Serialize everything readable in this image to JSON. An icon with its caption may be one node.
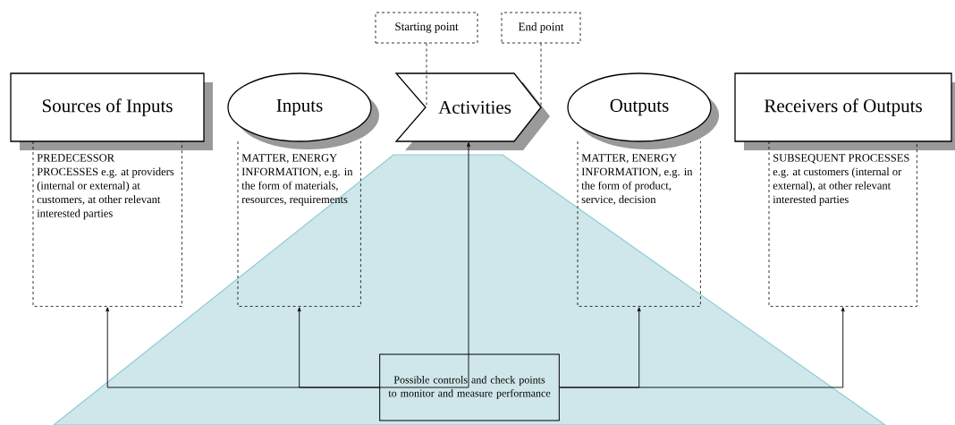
{
  "diagram": {
    "nodes": [
      {
        "text": [
          "Sources of Inputs"
        ]
      },
      {
        "text": [
          "Inputs"
        ]
      },
      {
        "text": [
          "Activities"
        ]
      },
      {
        "text": [
          "Outputs"
        ]
      },
      {
        "text": [
          "Receivers of Outputs"
        ]
      },
      {
        "text": [
          "Starting point"
        ]
      },
      {
        "text": [
          "End point"
        ]
      },
      {
        "text": [
          "PREDECESSOR PROCESSES e.g. at providers (internal or external) at customers, at other relevant interested parties"
        ]
      },
      {
        "text": [
          "MATTER, ENERGY INFORMATION, e.g. in the form of materials, resources, requirements"
        ]
      },
      {
        "text": [
          "MATTER, ENERGY INFORMATION, e.g. in the form of product, service, decision"
        ]
      },
      {
        "text": [
          "SUBSEQUENT PROCESSES e.g. at customers (internal or external), at other relevant interested parties"
        ]
      },
      {
        "text": [
          "Possible controls and check points to monitor and measure performance"
        ]
      }
    ],
    "edges": [
      {
        "from": 5,
        "to": 2,
        "arrow": "none",
        "style": "dashed"
      },
      {
        "from": 6,
        "to": 2,
        "arrow": "none",
        "style": "dashed"
      },
      {
        "from": 11,
        "to": 7,
        "arrow": "to"
      },
      {
        "from": 11,
        "to": 8,
        "arrow": "to"
      },
      {
        "from": 11,
        "to": 2,
        "arrow": "to"
      },
      {
        "from": 11,
        "to": 9,
        "arrow": "to"
      },
      {
        "from": 11,
        "to": 10,
        "arrow": "to"
      }
    ]
  }
}
